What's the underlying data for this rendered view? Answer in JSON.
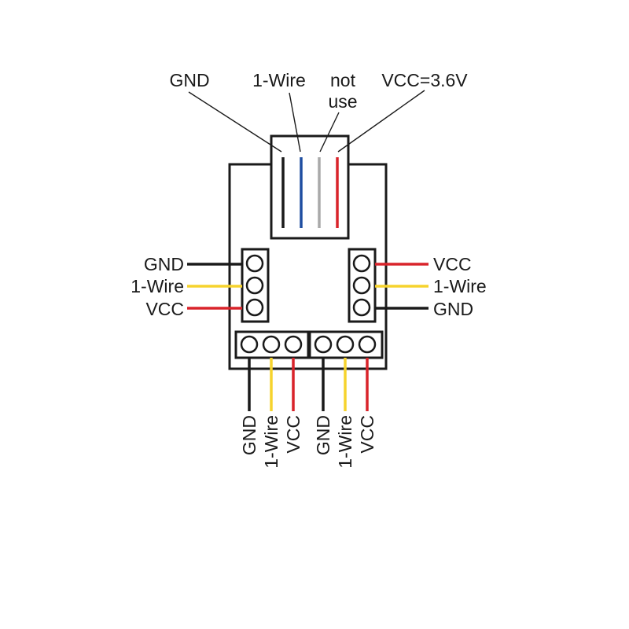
{
  "colors": {
    "black": "#1a1a1a",
    "blue": "#1f4ea1",
    "gray": "#a9a9a9",
    "red": "#d9232a",
    "yellow": "#f6d32d"
  },
  "top_connector": {
    "label_gnd": "GND",
    "label_onewire": "1-Wire",
    "label_not": "not",
    "label_use": "use",
    "label_vcc": "VCC=3.6V"
  },
  "left_header": {
    "label_gnd": "GND",
    "label_onewire": "1-Wire",
    "label_vcc": "VCC"
  },
  "right_header": {
    "label_vcc": "VCC",
    "label_onewire": "1-Wire",
    "label_gnd": "GND"
  },
  "bottom_left_header": {
    "label_gnd": "GND",
    "label_onewire": "1-Wire",
    "label_vcc": "VCC"
  },
  "bottom_right_header": {
    "label_gnd": "GND",
    "label_onewire": "1-Wire",
    "label_vcc": "VCC"
  }
}
